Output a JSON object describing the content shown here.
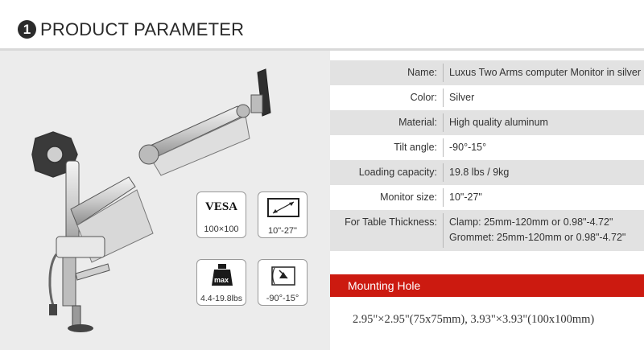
{
  "header": {
    "number": "1",
    "title": "PRODUCT PARAMETER"
  },
  "badges": {
    "vesa": {
      "word": "VESA",
      "caption": "100×100"
    },
    "size": {
      "caption": "10\"-27\""
    },
    "weight": {
      "icon_text": "max",
      "caption": "4.4-19.8lbs"
    },
    "tilt": {
      "caption": "-90°-15°"
    }
  },
  "specs": [
    {
      "label": "Name:",
      "value": "Luxus Two Arms computer Monitor in silver"
    },
    {
      "label": "Color:",
      "value": "Silver"
    },
    {
      "label": "Material:",
      "value": "High quality aluminum"
    },
    {
      "label": "Tilt angle:",
      "value": "-90°-15°"
    },
    {
      "label": "Loading capacity:",
      "value": "19.8 lbs / 9kg"
    },
    {
      "label": "Monitor size:",
      "value": "10\"-27\""
    },
    {
      "label": "For Table Thickness:",
      "value": "Clamp: 25mm-120mm or 0.98\"-4.72\"",
      "value2": "Grommet: 25mm-120mm or 0.98\"-4.72\""
    }
  ],
  "mounting": {
    "title": "Mounting Hole",
    "text": "2.95\"×2.95\"(75x75mm),  3.93\"×3.93\"(100x100mm)"
  },
  "colors": {
    "accent_red": "#cc1a10",
    "panel_gray": "#ececec",
    "row_shade": "#e2e2e2"
  }
}
